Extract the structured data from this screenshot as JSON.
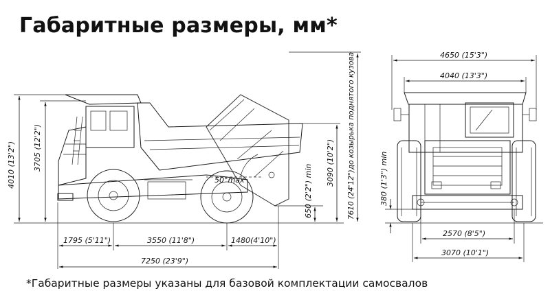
{
  "title": "Габаритные размеры, мм*",
  "footnote": "*Габаритные размеры указаны для базовой комплектации самосвалов",
  "side_view": {
    "dims": {
      "overall_height": "4010 (13'2\")",
      "cab_height": "3705 (12'2\")",
      "front_overhang": "1795 (5'11\")",
      "wheelbase": "3550 (11'8\")",
      "rear_overhang": "1480(4'10\")",
      "overall_length": "7250 (23'9\")",
      "ground_clearance": "650 (2'2\") min",
      "body_height": "3090 (10'2\")",
      "raised_height": "7610 (24'12\")до козырька поднятого кузова",
      "tilt_angle": "50°max"
    }
  },
  "front_view": {
    "dims": {
      "overall_width": "4650 (15'3\")",
      "body_width": "4040 (13'3\")",
      "front_track": "2570 (8'5\")",
      "rear_track": "3070 (10'1\")",
      "min_clearance": "380 (1'3\") min"
    }
  }
}
